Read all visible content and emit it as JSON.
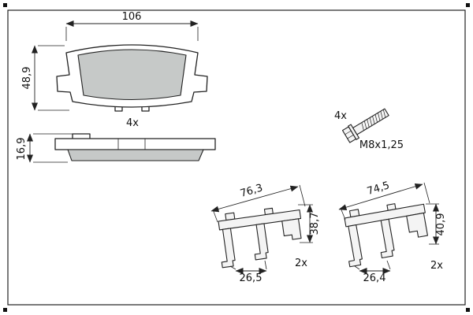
{
  "drawing": {
    "pad_front": {
      "width": "106",
      "height": "48,9",
      "qty": "4x"
    },
    "pad_side": {
      "thickness": "16,9"
    },
    "bolt": {
      "qty": "4x",
      "thread": "M8x1,25"
    },
    "clips": [
      {
        "width": "76,3",
        "height": "38,7",
        "hook_gap": "26,5",
        "qty": "2x"
      },
      {
        "width": "74,5",
        "height": "40,9",
        "hook_gap": "26,4",
        "qty": "2x"
      }
    ],
    "colors": {
      "friction": "#c6c9c8",
      "metal": "#f4f4f4",
      "line": "#222222"
    }
  }
}
